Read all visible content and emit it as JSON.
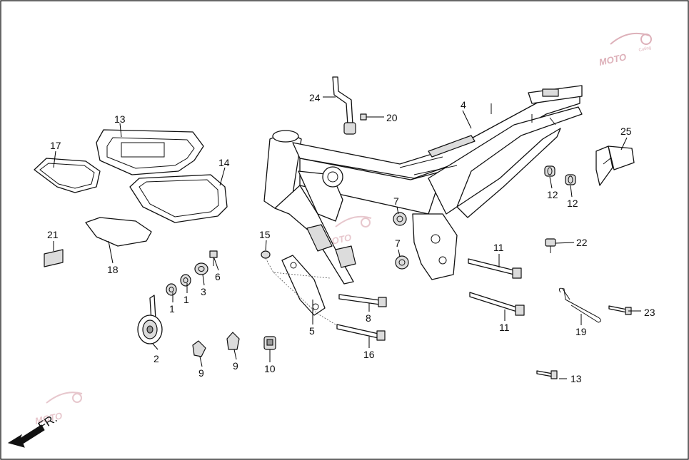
{
  "diagram": {
    "callouts": [
      "1",
      "1",
      "2",
      "3",
      "4",
      "5",
      "6",
      "7",
      "7",
      "8",
      "9",
      "9",
      "10",
      "11",
      "11",
      "12",
      "12",
      "13",
      "13",
      "14",
      "15",
      "16",
      "17",
      "18",
      "19",
      "20",
      "21",
      "22",
      "23",
      "24",
      "25"
    ],
    "direction_label": "FR.",
    "watermark": {
      "text": "MOTO",
      "subtext": "Cuống"
    }
  }
}
